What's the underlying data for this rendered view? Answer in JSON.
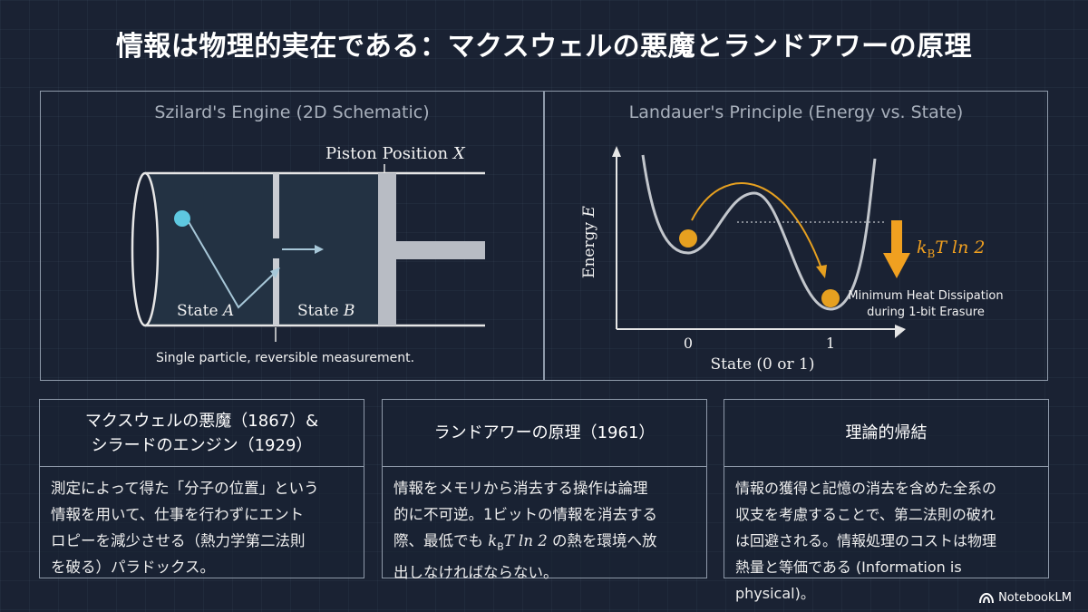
{
  "title": "情報は物理的実在である：マクスウェルの悪魔とランドアワーの原理",
  "left_panel": {
    "title": "Szilard's Engine (2D Schematic)",
    "piston_label": "Piston Position ",
    "piston_var": "X",
    "state_a": "State ",
    "state_a_var": "A",
    "state_b": "State ",
    "state_b_var": "B",
    "caption": "Single particle, reversible measurement."
  },
  "right_panel": {
    "title": "Landauer's Principle (Energy vs. State)",
    "y_axis_label": "Energy ",
    "y_axis_var": "E",
    "x_tick_0": "0",
    "x_tick_1": "1",
    "x_axis_label": "State (0 or 1)",
    "energy_k": "k",
    "energy_sub": "B",
    "energy_rest": "T ln 2",
    "note_line1": "Minimum Heat Dissipation",
    "note_line2": "during 1-bit Erasure"
  },
  "cards": [
    {
      "heading_line1": "マクスウェルの悪魔（1867）&",
      "heading_line2": "シラードのエンジン（1929）",
      "body": [
        "測定によって得た「分子の位置」という",
        "情報を用いて、仕事を行わずにエント",
        "ロピーを減少させる（熱力学第二法則",
        "を破る）パラドックス。"
      ]
    },
    {
      "heading": "ランドアワーの原理（1961）",
      "body_line1": "情報をメモリから消去する操作は論理",
      "body_line2": "的に不可逆。1ビットの情報を消去する",
      "body_line3_pre": "際、最低でも ",
      "body_line3_math": "k",
      "body_line3_sub": "B",
      "body_line3_math2": "T ln 2",
      "body_line3_post": " の熱を環境へ放",
      "body_line4": "出しなければならない。"
    },
    {
      "heading": "理論的帰結",
      "body": [
        "情報の獲得と記憶の消去を含めた全系の",
        "収支を考慮することで、第二法則の破れ",
        "は回避される。情報処理のコストは物理",
        "熱量と等価である (Information is physical)。"
      ]
    }
  ],
  "brand": "NotebookLM",
  "colors": {
    "background": "#1a2233",
    "particle": "#5ec8e0",
    "ball": "#e6a020",
    "arrow_orange": "#f0a020",
    "piston_gray": "#b8bcc4"
  }
}
